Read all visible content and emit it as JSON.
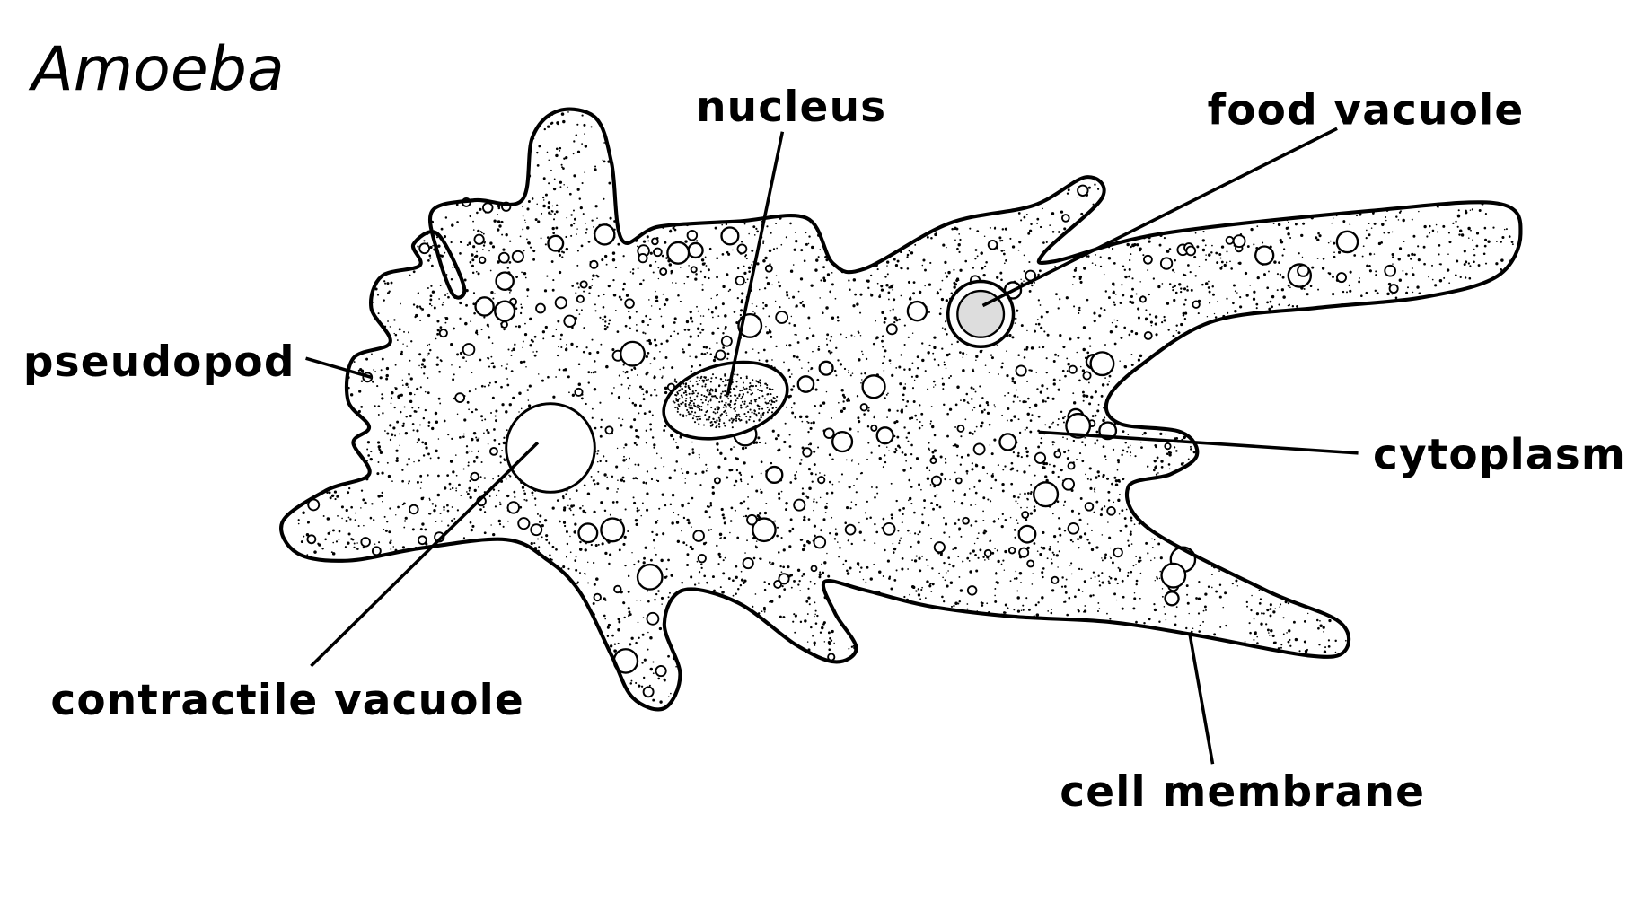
{
  "title": "Amoeba",
  "labels": {
    "nucleus": "nucleus",
    "food_vacuole": "food vacuole",
    "pseudopod": "pseudopod",
    "cytoplasm": "cytoplasm",
    "contractile_vacuole": "contractile vacuole",
    "cell_membrane": "cell membrane"
  }
}
